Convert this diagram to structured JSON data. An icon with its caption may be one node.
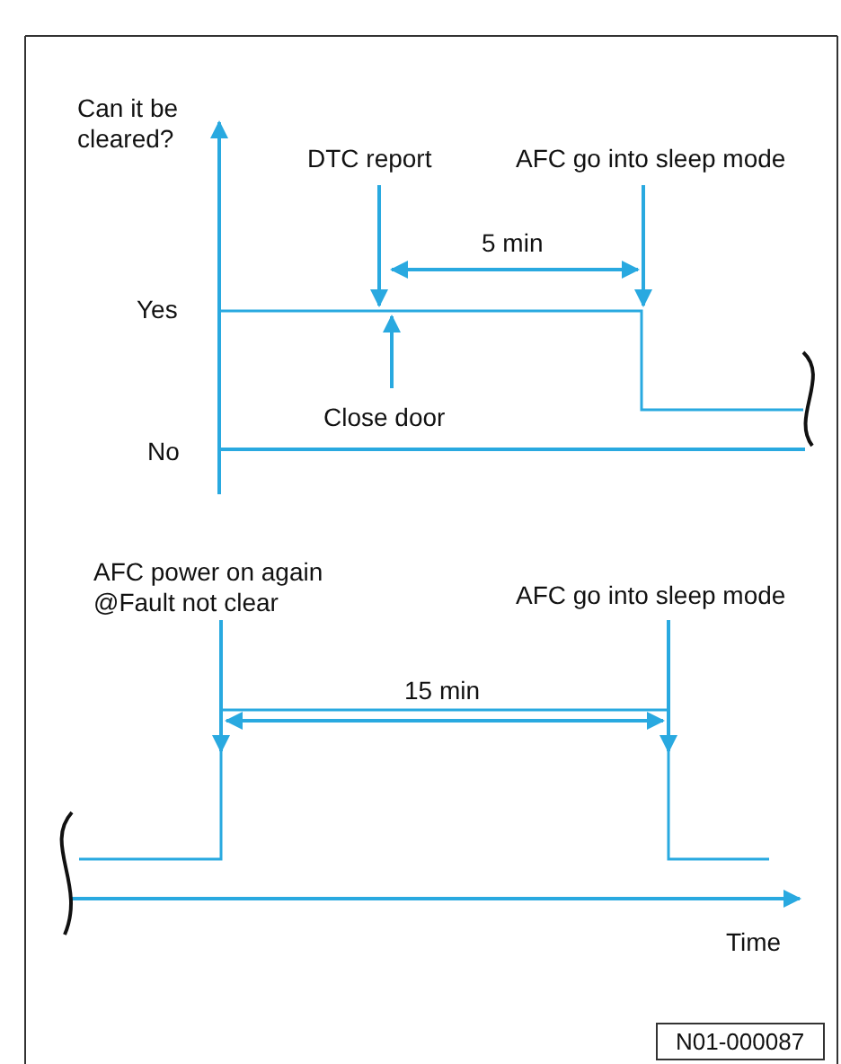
{
  "diagram": {
    "labels": [
      "Can it be cleared?",
      "DTC report",
      "AFC go into sleep mode",
      "5 min",
      "Yes",
      "Close door",
      "No",
      "AFC power on again @Fault not clear",
      "AFC go into sleep mode",
      "15 min",
      "Time",
      "N01-000087"
    ]
  }
}
